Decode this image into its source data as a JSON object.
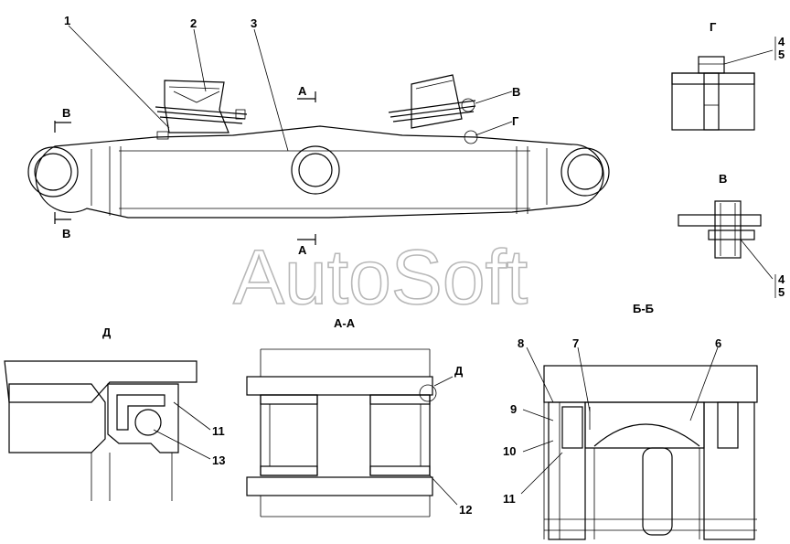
{
  "watermark": "AutoSoft",
  "callouts": {
    "main": [
      "1",
      "2",
      "3"
    ],
    "side": [
      "4",
      "5"
    ],
    "d_view": [
      "11",
      "13"
    ],
    "aa_view": [
      "12"
    ],
    "bb_view": [
      "6",
      "7",
      "8",
      "9",
      "10",
      "11"
    ]
  },
  "section_marks": {
    "a": "А",
    "b": "В",
    "v": "В",
    "g": "Г",
    "d": "Д"
  },
  "view_titles": {
    "g": "Г",
    "v": "В",
    "d": "Д",
    "aa": "А-А",
    "bb": "Б-Б"
  }
}
